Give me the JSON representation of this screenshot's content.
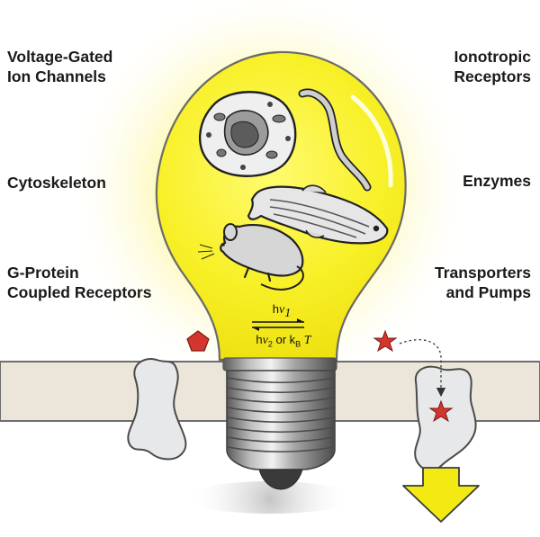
{
  "labels": {
    "left": [
      {
        "lines": [
          "Voltage-Gated",
          "Ion Channels"
        ]
      },
      {
        "lines": [
          "Cytoskeleton"
        ]
      },
      {
        "lines": [
          "G-Protein",
          "Coupled Receptors"
        ]
      }
    ],
    "right": [
      {
        "lines": [
          "Ionotropic",
          "Receptors"
        ]
      },
      {
        "lines": [
          "Enzymes"
        ]
      },
      {
        "lines": [
          "Transporters",
          "and Pumps"
        ]
      }
    ]
  },
  "equation": {
    "forward": {
      "prefix": "h",
      "nu": "ν",
      "sub": "1"
    },
    "reverse": {
      "prefix": "h",
      "nu": "ν",
      "sub": "2",
      "or": " or k",
      "kb_sub": "B",
      "temp": "T"
    }
  },
  "colors": {
    "bulb": "#f7ef1e",
    "bulb_glow": "#fbf6a8",
    "membrane": "#ece6da",
    "protein": "#e7e8ea",
    "ligand": "#d2362c",
    "arrow": "#f2ea12",
    "screw": "#9a9a9a"
  },
  "icons": [
    "cell-icon",
    "worm-icon",
    "zebrafish-icon",
    "mouse-icon",
    "pentagon-ligand-icon",
    "star-ligand-icon"
  ]
}
